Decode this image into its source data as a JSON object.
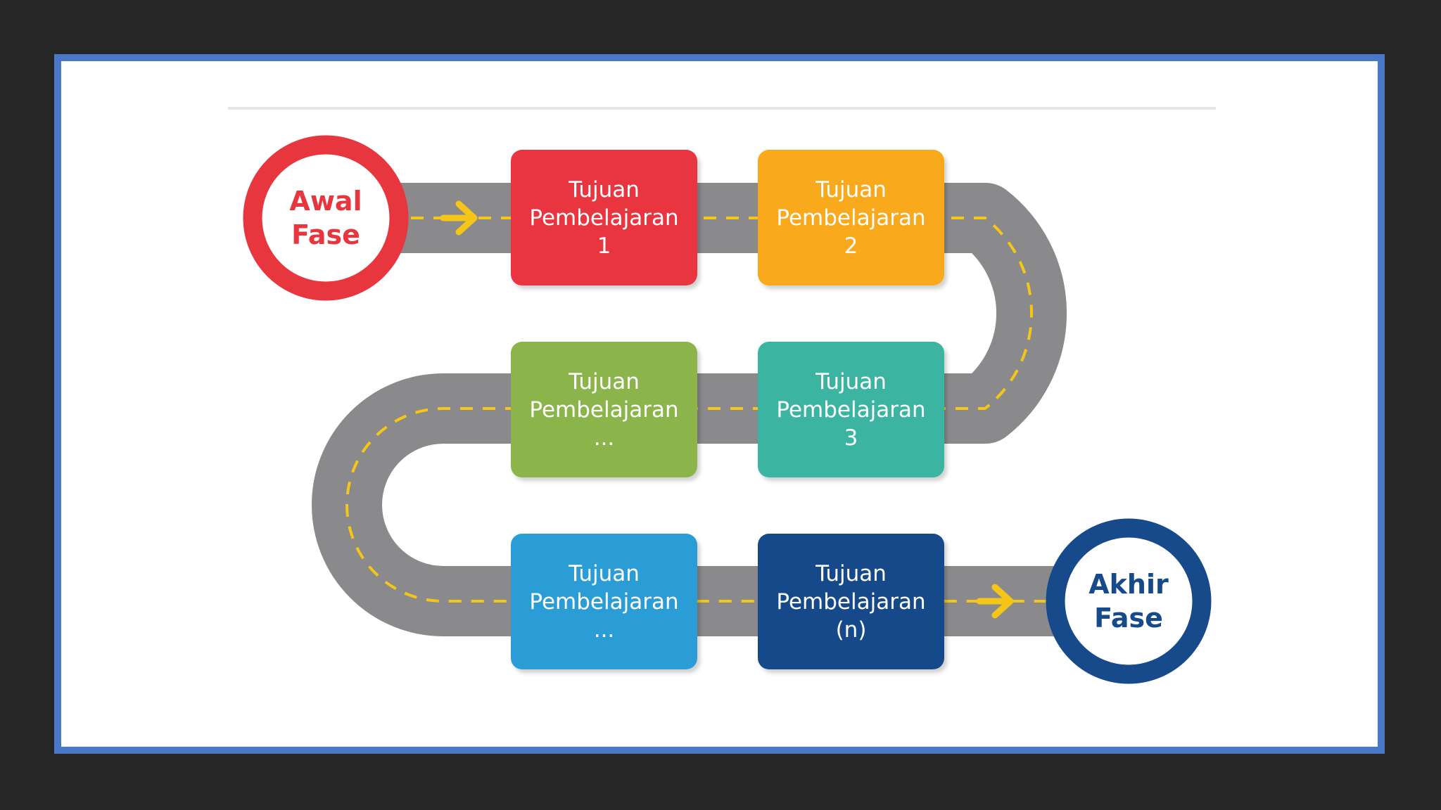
{
  "colors": {
    "background": "#262626",
    "frame_border": "#4a78c8",
    "road": "#8a8a8c",
    "road_dash": "#f5c518",
    "arrow": "#f5c518",
    "start_ring": "#e8363f",
    "end_ring": "#164a8a"
  },
  "start": {
    "line1": "Awal",
    "line2": "Fase"
  },
  "end": {
    "line1": "Akhir",
    "line2": "Fase"
  },
  "steps": [
    {
      "line1": "Tujuan",
      "line2": "Pembelajaran",
      "line3": "1",
      "color": "#e8363f"
    },
    {
      "line1": "Tujuan",
      "line2": "Pembelajaran",
      "line3": "2",
      "color": "#f8a91f"
    },
    {
      "line1": "Tujuan",
      "line2": "Pembelajaran",
      "line3": "3",
      "color": "#3bb5a2"
    },
    {
      "line1": "Tujuan",
      "line2": "Pembelajaran",
      "line3": "...",
      "color": "#8bb44b"
    },
    {
      "line1": "Tujuan",
      "line2": "Pembelajaran",
      "line3": "...",
      "color": "#2b9dd6"
    },
    {
      "line1": "Tujuan",
      "line2": "Pembelajaran",
      "line3": "(n)",
      "color": "#164a8a"
    }
  ]
}
